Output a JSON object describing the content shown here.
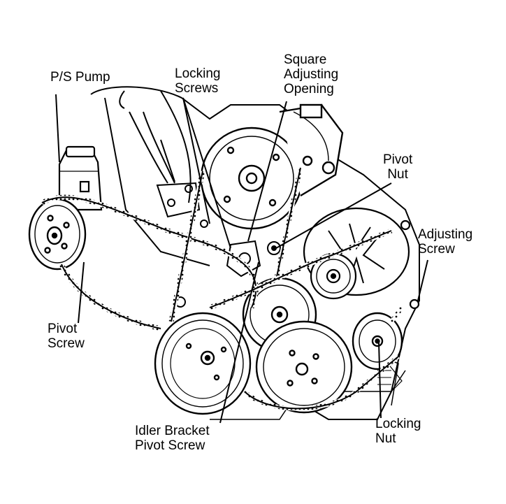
{
  "labels": {
    "ps_pump": "P/S Pump",
    "locking_screws": [
      "Locking",
      "Screws"
    ],
    "square_adjusting_opening": [
      "Square",
      "Adjusting",
      "Opening"
    ],
    "pivot_nut": [
      "Pivot",
      "Nut"
    ],
    "adjusting_screw": [
      "Adjusting",
      "Screw"
    ],
    "pivot_screw": [
      "Pivot",
      "Screw"
    ],
    "idler_bracket_pivot_screw": [
      "Idler Bracket",
      "Pivot Screw"
    ],
    "locking_nut": [
      "Locking",
      "Nut"
    ]
  },
  "colors": {
    "ink": "#000000",
    "paper": "#ffffff"
  }
}
